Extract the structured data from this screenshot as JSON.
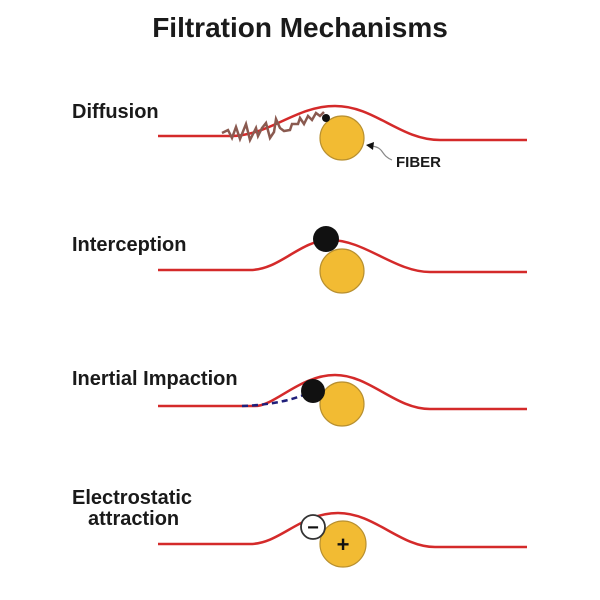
{
  "title": "Filtration Mechanisms",
  "colors": {
    "streamline": "#d42a2a",
    "fiber_fill": "#f2bb33",
    "fiber_stroke": "#b89030",
    "particle": "#111111",
    "brownian_path": "#8a5a50",
    "inertial_path": "#1f1f7a"
  },
  "mechanisms": [
    {
      "name": "Diffusion",
      "fiber_label": "FIBER"
    },
    {
      "name": "Interception"
    },
    {
      "name": "Inertial Impaction"
    },
    {
      "name": "Electrostatic",
      "name_line2": "attraction",
      "particle_charge": "−",
      "fiber_charge": "+"
    }
  ]
}
